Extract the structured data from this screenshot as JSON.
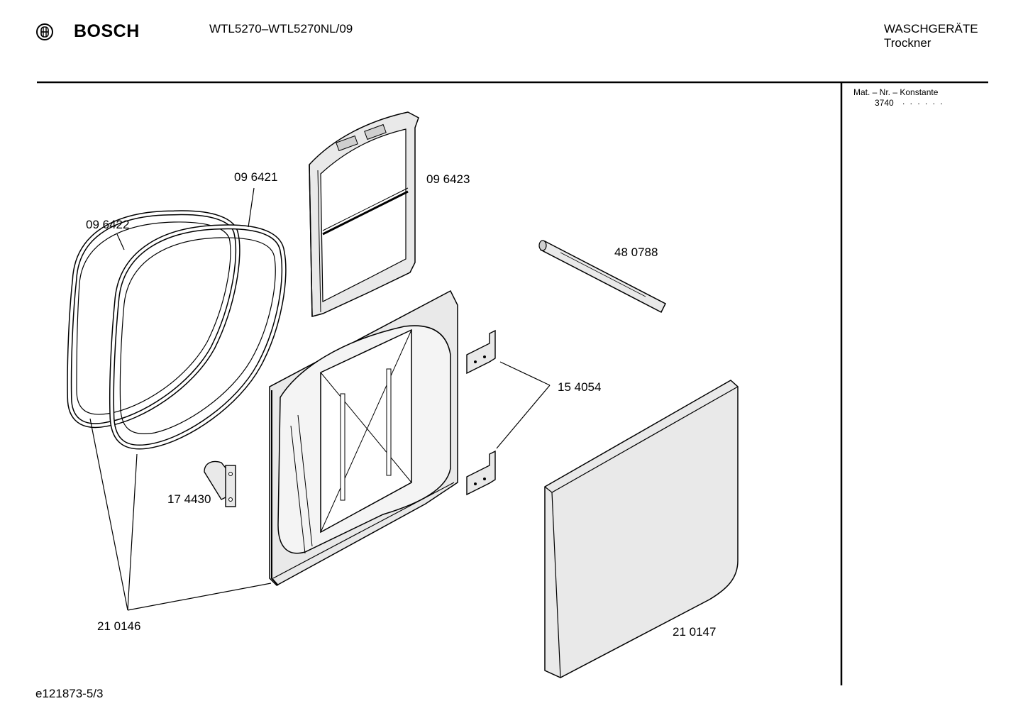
{
  "header": {
    "brand": "BOSCH",
    "model": "WTL5270–WTL5270NL/09",
    "category": "WASCHGERÄTE",
    "subcategory": "Trockner"
  },
  "sidebar": {
    "mat_label": "Mat. – Nr. – Konstante",
    "mat_value": "3740",
    "mat_dots": ". .   . . . ."
  },
  "parts": [
    {
      "id": "096422",
      "label": "09 6422"
    },
    {
      "id": "096421",
      "label": "09 6421"
    },
    {
      "id": "096423",
      "label": "09 6423"
    },
    {
      "id": "480788",
      "label": "48 0788"
    },
    {
      "id": "154054",
      "label": "15 4054"
    },
    {
      "id": "174430",
      "label": "17 4430"
    },
    {
      "id": "210146",
      "label": "21 0146"
    },
    {
      "id": "210147",
      "label": "21 0147"
    }
  ],
  "footer": {
    "doc_id": "e121873-5/3"
  },
  "colors": {
    "line": "#000000",
    "fill": "#e9e9e9",
    "fill_dark": "#cfcfcf"
  }
}
